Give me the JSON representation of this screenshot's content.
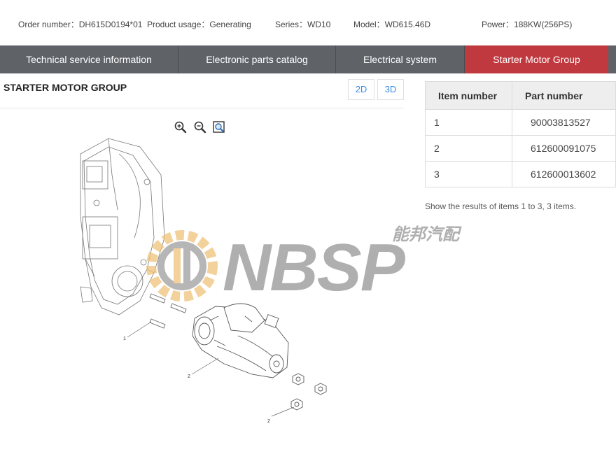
{
  "info": {
    "order_number": "Order number：DH615D0194*01",
    "product_usage": "Product usage：Generating",
    "series": "Series：WD10",
    "model": "Model：WD615.46D",
    "power": "Power：188KW(256PS)"
  },
  "nav": {
    "tabs": [
      {
        "label": "Technical service information"
      },
      {
        "label": "Electronic parts catalog"
      },
      {
        "label": "Electrical system"
      },
      {
        "label": "Starter Motor Group"
      }
    ],
    "active_color": "#c0393f"
  },
  "section": {
    "title": "STARTER MOTOR GROUP",
    "view_2d": "2D",
    "view_3d": "3D"
  },
  "tools": {
    "zoom_in": "zoom-in-icon",
    "zoom_out": "zoom-out-icon",
    "fit": "fit-view-icon"
  },
  "diagram": {
    "labels": [
      "1",
      "2",
      "2"
    ]
  },
  "watermark": {
    "text": "NBSP",
    "cn_text": "能邦汽配"
  },
  "table": {
    "headers": [
      "Item number",
      "Part number"
    ],
    "rows": [
      {
        "item": "1",
        "part": "90003813527"
      },
      {
        "item": "2",
        "part": "612600091075"
      },
      {
        "item": "3",
        "part": "612600013602"
      }
    ]
  },
  "results": "Show the results of items 1 to 3, 3 items."
}
